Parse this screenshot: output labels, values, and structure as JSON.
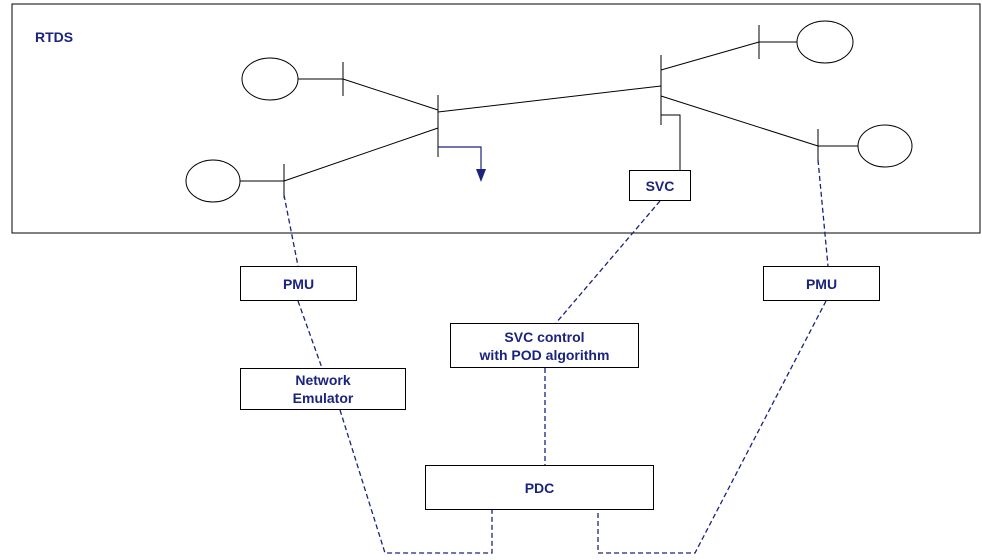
{
  "rtds": {
    "label": "RTDS"
  },
  "blocks": {
    "svc": "SVC",
    "pmu_left": "PMU",
    "pmu_right": "PMU",
    "svc_control": "SVC control\nwith POD algorithm",
    "network_emulator": "Network\nEmulator",
    "pdc": "PDC"
  },
  "colors": {
    "text": "#1a237e",
    "dashed_link": "#1a237e",
    "lines": "#000000",
    "load_arrow": "#1a237e"
  }
}
